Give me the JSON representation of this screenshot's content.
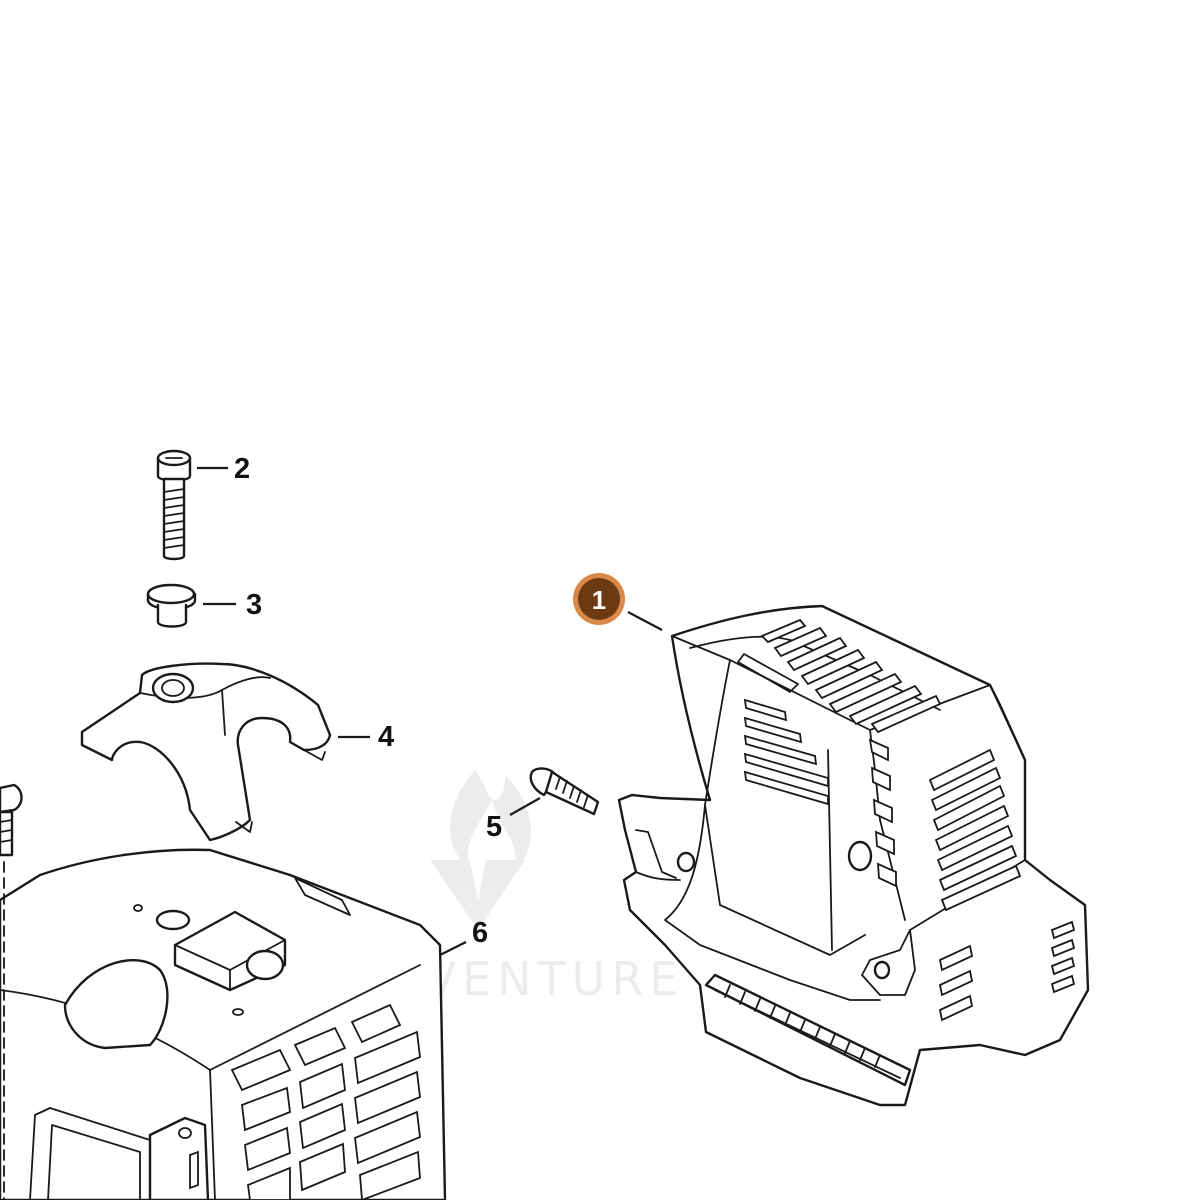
{
  "diagram": {
    "type": "exploded-parts-view",
    "colors": {
      "line": "#1a1a1a",
      "background": "#ffffff",
      "highlight_fill": "#6b3a12",
      "highlight_ring": "#d9884a"
    },
    "callouts": [
      {
        "id": "1",
        "label": "1",
        "highlighted": true
      },
      {
        "id": "2",
        "label": "2",
        "highlighted": false
      },
      {
        "id": "3",
        "label": "3",
        "highlighted": false
      },
      {
        "id": "4",
        "label": "4",
        "highlighted": false
      },
      {
        "id": "5",
        "label": "5",
        "highlighted": false
      },
      {
        "id": "6",
        "label": "6",
        "highlighted": false
      }
    ],
    "watermark": {
      "text": "DEADVENTURE",
      "icon": "flame-logo-icon"
    }
  }
}
